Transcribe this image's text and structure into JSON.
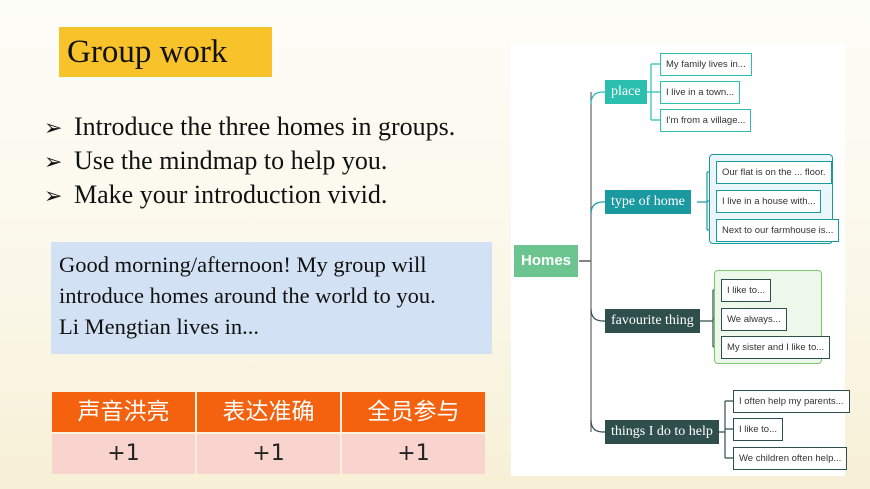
{
  "title": "Group work",
  "bullets": [
    "Introduce the three homes in groups.",
    "Use the mindmap to help you.",
    "Make your introduction vivid."
  ],
  "bullet_icon": "arrow-bullet-icon",
  "sample_text": [
    "Good morning/afternoon! My group will",
    "introduce homes around the world to you.",
    "Li Mengtian lives in..."
  ],
  "score_table": {
    "headers": [
      "声音洪亮",
      "表达准确",
      "全员参与"
    ],
    "values": [
      "+1",
      "+1",
      "+1"
    ]
  },
  "mindmap": {
    "root": "Homes",
    "branches": [
      {
        "label": "place",
        "color": "#2bbfb0",
        "items": [
          "My family lives in...",
          "I live in a town...",
          "I'm from a village..."
        ]
      },
      {
        "label": "type of home",
        "color": "#1a9aa0",
        "items": [
          "Our flat is on the ... floor.",
          "I live in a house with...",
          "Next to our farmhouse is..."
        ]
      },
      {
        "label": "favourite thing",
        "color": "#2f4f4c",
        "items": [
          "I like to...",
          "We always...",
          "My sister and I like to..."
        ]
      },
      {
        "label": "things I do to help",
        "color": "#2f4f4c",
        "items": [
          "I often help my parents...",
          "I like to...",
          "We children often help..."
        ]
      }
    ]
  },
  "colors": {
    "title_bg": "#f8c32a",
    "sample_bg": "#d2e2f4",
    "table_header_bg": "#f4620f",
    "table_value_bg": "#f9d3cd",
    "root_bg": "#6cc58e"
  }
}
